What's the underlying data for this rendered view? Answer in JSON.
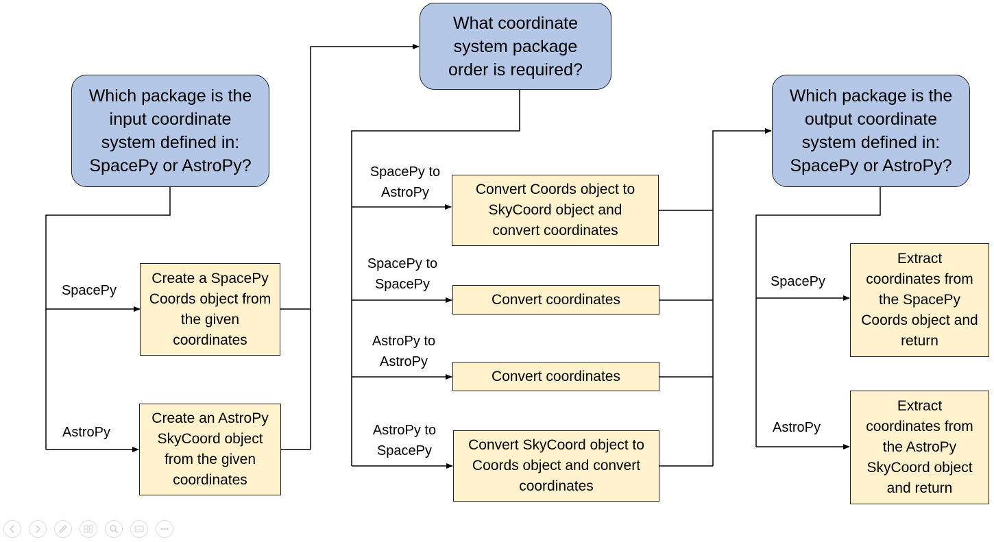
{
  "questions": {
    "input": "Which package is the input coordinate system defined in: SpacePy or AstroPy?",
    "order": "What coordinate system package order is required?",
    "output": "Which package is the output coordinate system defined in: SpacePy or AstroPy?"
  },
  "input_branch": {
    "spacepy_label": "SpacePy",
    "spacepy_action": "Create a SpacePy Coords object from the given coordinates",
    "astropy_label": "AstroPy",
    "astropy_action": "Create an AstroPy SkyCoord object from the given coordinates"
  },
  "order_branch": [
    {
      "label": "SpacePy to\nAstroPy",
      "action": "Convert Coords object to SkyCoord object and convert coordinates"
    },
    {
      "label": "SpacePy to\nSpacePy",
      "action": "Convert coordinates"
    },
    {
      "label": "AstroPy to\nAstroPy",
      "action": "Convert coordinates"
    },
    {
      "label": "AstroPy to\nSpacePy",
      "action": "Convert SkyCoord object to Coords object and convert coordinates"
    }
  ],
  "output_branch": {
    "spacepy_label": "SpacePy",
    "spacepy_action": "Extract coordinates from the SpacePy Coords object and return",
    "astropy_label": "AstroPy",
    "astropy_action": "Extract coordinates from the AstroPy SkyCoord object and return"
  },
  "colors": {
    "question_fill": "#b4c7e7",
    "action_fill": "#fff2cc",
    "line": "#000000"
  },
  "slide_controls": [
    "previous-icon",
    "next-icon",
    "pen-icon",
    "slides-icon",
    "zoom-icon",
    "subtitles-icon",
    "more-icon"
  ]
}
